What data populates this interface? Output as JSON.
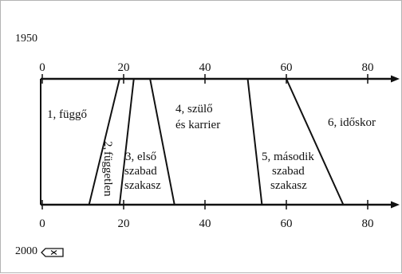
{
  "year_top": "1950",
  "year_bottom": "2000",
  "top_axis_ticks": [
    "0",
    "20",
    "40",
    "60",
    "80"
  ],
  "bottom_axis_ticks": [
    "0",
    "20",
    "40",
    "60",
    "80"
  ],
  "phases": [
    {
      "lines": [
        "1, függő"
      ]
    },
    {
      "lines": [
        "2,",
        "független"
      ]
    },
    {
      "lines": [
        "3, első",
        "szabad",
        "szakasz"
      ]
    },
    {
      "lines": [
        "4, szülő",
        "és karrier"
      ]
    },
    {
      "lines": [
        "5, második",
        "szabad",
        "szakasz"
      ]
    },
    {
      "lines": [
        "6, időskor"
      ]
    }
  ],
  "boundaries": [
    {
      "from_age": 19,
      "to_age": 11.5
    },
    {
      "from_age": 22.5,
      "to_age": 19
    },
    {
      "from_age": 26.5,
      "to_age": 32.5
    },
    {
      "from_age": 50.5,
      "to_age": 54
    },
    {
      "from_age": 60,
      "to_age": 74
    }
  ],
  "colors": {
    "ink": "#111111",
    "frame": "#b4b4b4",
    "background": "#ffffff"
  },
  "icons": {
    "year_marker": "arrow-tag-icon"
  }
}
